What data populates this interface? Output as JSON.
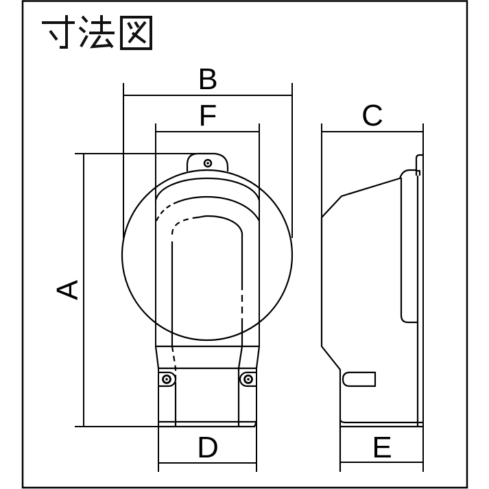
{
  "title": "寸法図",
  "front_view": {
    "labels": {
      "A": "A",
      "B": "B",
      "F": "F",
      "D": "D"
    }
  },
  "side_view": {
    "labels": {
      "C": "C",
      "E": "E"
    }
  },
  "colors": {
    "line": "#000000",
    "background": "#ffffff"
  }
}
